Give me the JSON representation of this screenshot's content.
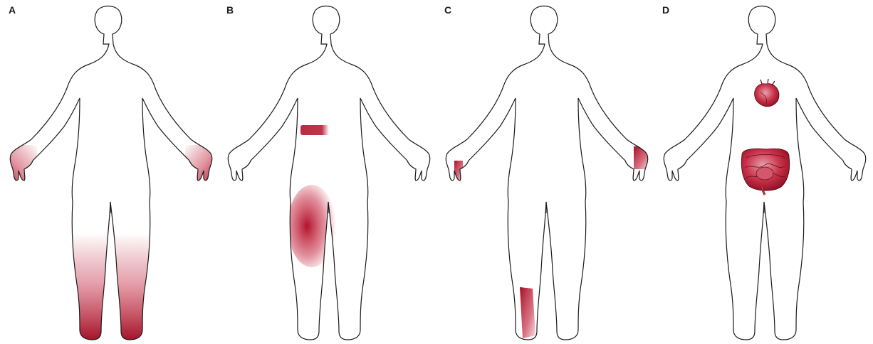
{
  "colors": {
    "outline": "#1a1a1a",
    "affected": "#b5122b",
    "affected_dark": "#8c0c1f",
    "organ_fill": "#c8324a",
    "background": "#ffffff"
  },
  "panels": [
    {
      "label": "A",
      "affected_regions": [
        "left-hand",
        "right-hand",
        "lower-legs-and-feet"
      ]
    },
    {
      "label": "B",
      "affected_regions": [
        "right-flank-band",
        "right-thigh-patch"
      ]
    },
    {
      "label": "C",
      "affected_regions": [
        "right-hand-edge",
        "left-hand-edge",
        "right-lower-leg-strip"
      ]
    },
    {
      "label": "D",
      "affected_regions": [
        "heart-icon",
        "intestines-icon"
      ]
    }
  ]
}
